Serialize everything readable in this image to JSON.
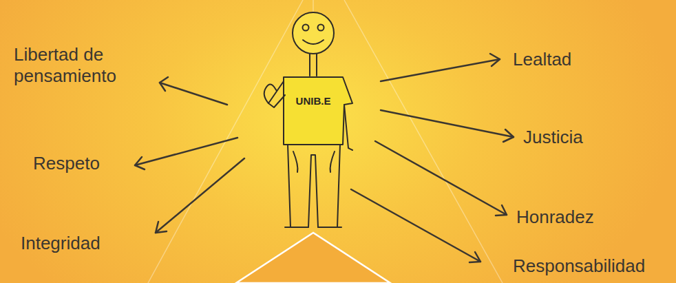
{
  "diagram": {
    "labels": [
      "Libertad de pensamiento",
      "Lealtad",
      "UNIB.E",
      "Respeto",
      "Justicia",
      "Integridad",
      "Honradez",
      "Responsabilidad"
    ]
  }
}
